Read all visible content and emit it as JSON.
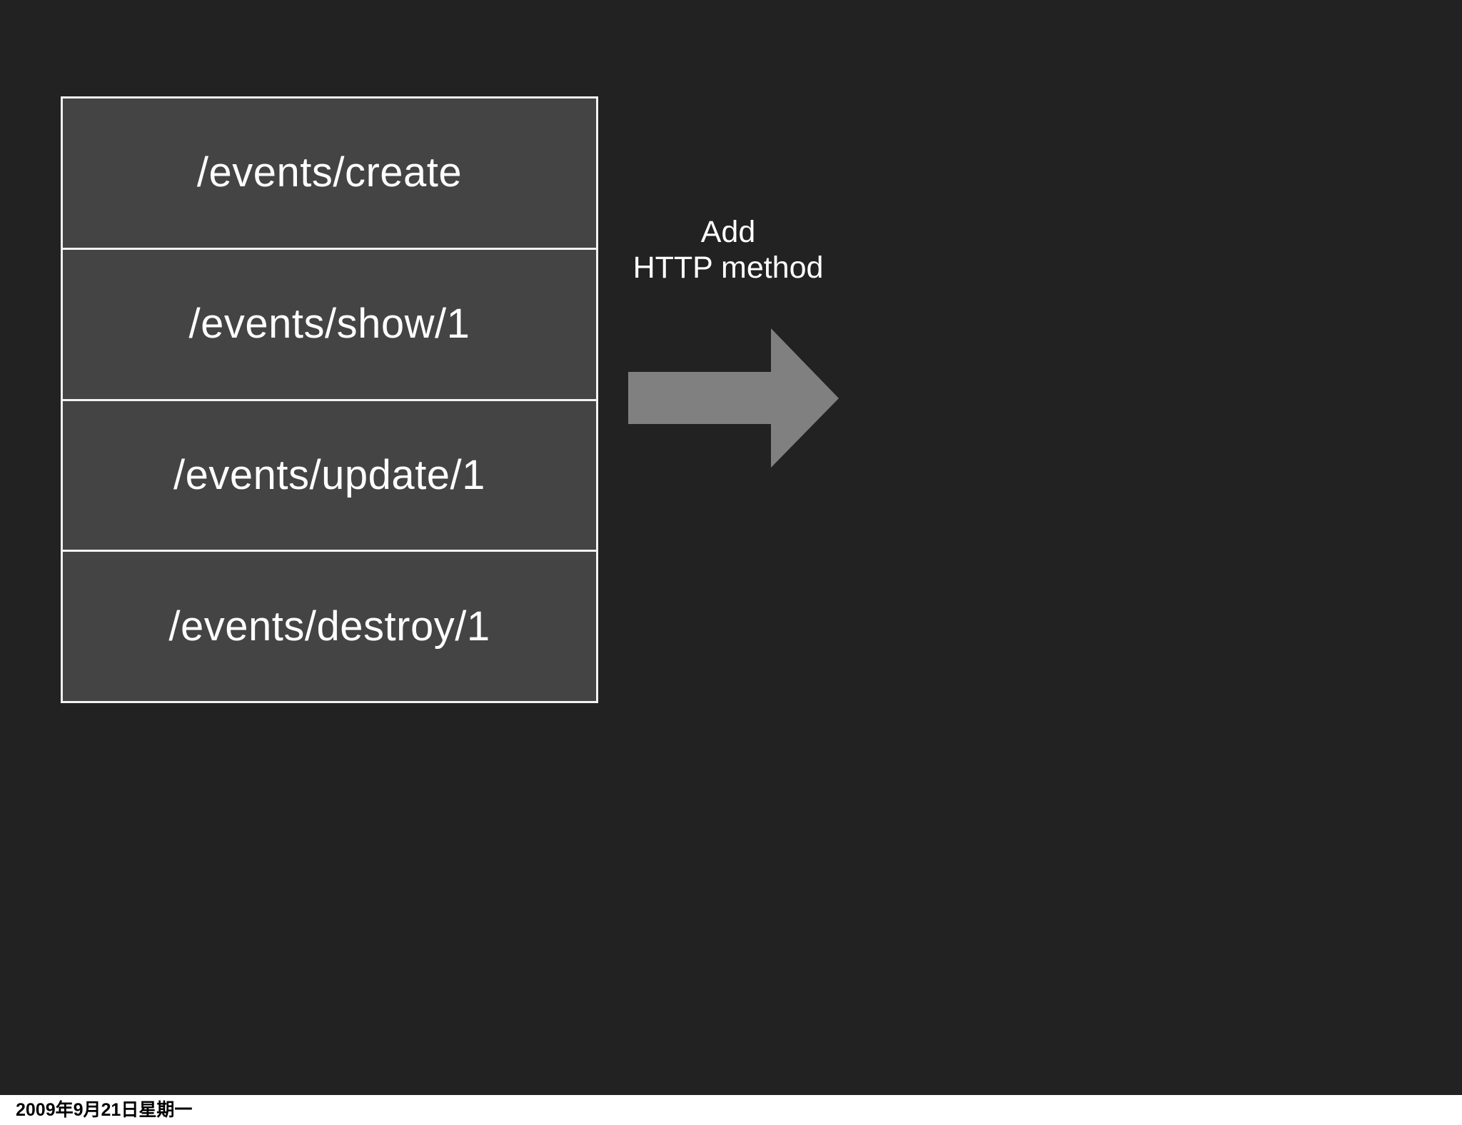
{
  "slide": {
    "background_color": "#222222",
    "footer_background_color": "#ffffff"
  },
  "routes_table": {
    "border_color": "#f2f2f2",
    "cell_color": "#444444",
    "text_color": "#ffffff",
    "rows": [
      {
        "path": "/events/create"
      },
      {
        "path": "/events/show/1"
      },
      {
        "path": "/events/update/1"
      },
      {
        "path": "/events/destroy/1"
      }
    ]
  },
  "annotation": {
    "line1": "Add",
    "line2": "HTTP method",
    "text_color": "#ffffff"
  },
  "arrow": {
    "name": "right-arrow",
    "color": "#808080",
    "direction": "right"
  },
  "footer": {
    "date": "2009年9月21日星期一",
    "text_color": "#000000"
  }
}
